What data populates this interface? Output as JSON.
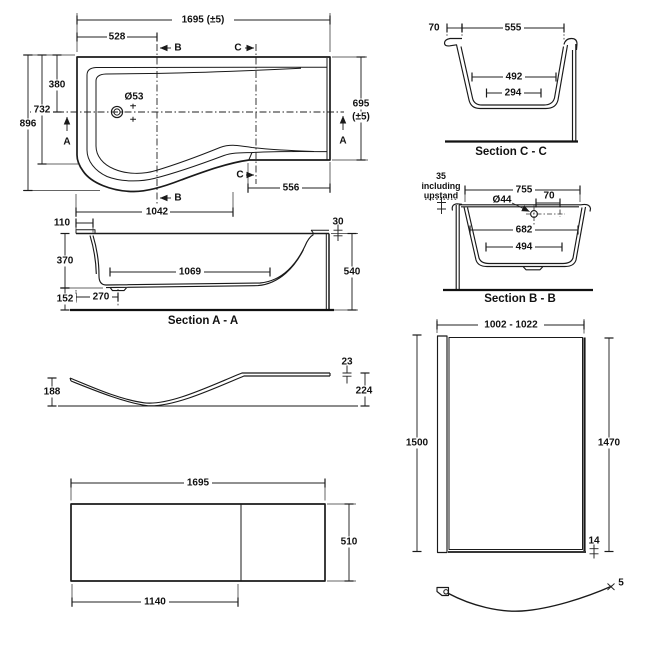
{
  "plan": {
    "dim_overall_length": "1695 (±5)",
    "dim_528": "528",
    "section_b": "B",
    "section_c": "C",
    "section_a": "A",
    "drain_diameter": "Ø53",
    "dim_380": "380",
    "dim_732": "732",
    "dim_896": "896",
    "dim_width_695": "695",
    "dim_width_tol": "(±5)",
    "dim_556": "556",
    "dim_1042": "1042"
  },
  "section_cc": {
    "dim_70": "70",
    "dim_555": "555",
    "dim_492": "492",
    "dim_294": "294",
    "label": "Section C - C"
  },
  "section_bb": {
    "note_35": "35",
    "note_including": "including",
    "note_upstand": "upstand",
    "dim_755": "755",
    "drain_diameter": "Ø44",
    "dim_70": "70",
    "dim_682": "682",
    "dim_494": "494",
    "label": "Section B - B"
  },
  "section_aa": {
    "dim_110": "110",
    "dim_370": "370",
    "dim_152": "152",
    "dim_270": "270",
    "dim_1069": "1069",
    "dim_30": "30",
    "dim_540": "540",
    "label": "Section A - A"
  },
  "profile": {
    "dim_188": "188",
    "dim_23": "23",
    "dim_224": "224"
  },
  "front_panel": {
    "dim_1695": "1695",
    "dim_510": "510",
    "dim_1140": "1140"
  },
  "screen": {
    "dim_width_range": "1002 - 1022",
    "dim_1500": "1500",
    "dim_1470": "1470",
    "dim_14": "14",
    "dim_5": "5"
  }
}
